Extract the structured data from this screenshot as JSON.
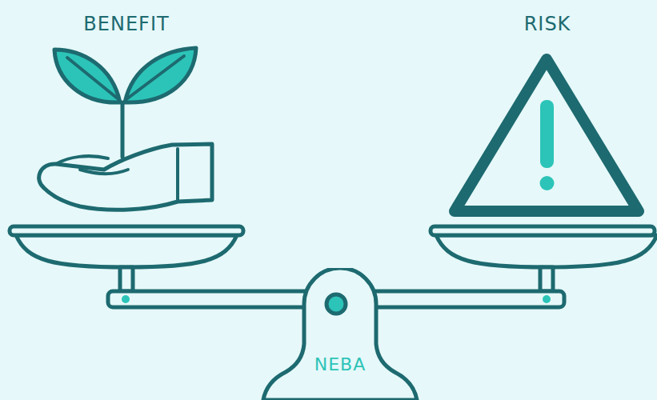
{
  "diagram": {
    "nodes": [
      {
        "text": [
          "NEBA"
        ]
      }
    ],
    "labels": [
      "BENEFIT",
      "RISK"
    ]
  }
}
